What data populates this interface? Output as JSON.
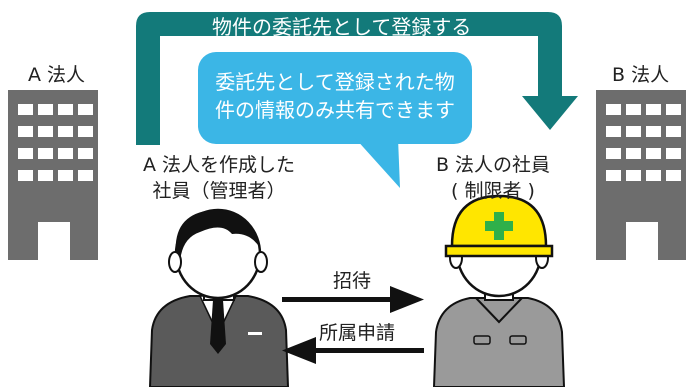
{
  "top_arrow_label": "物件の委託先として登録する",
  "speech_bubble": {
    "line1": "委託先として登録された物",
    "line2": "件の情報のみ共有できます"
  },
  "company_a": {
    "label": "A 法人"
  },
  "company_b": {
    "label": "B 法人"
  },
  "person_a": {
    "line1": "A 法人を作成した",
    "line2": "社員（管理者）"
  },
  "person_b": {
    "line1": "B 法人の社員",
    "line2": "( 制限者 )"
  },
  "arrow_invite_label": "招待",
  "arrow_request_label": "所属申請",
  "colors": {
    "teal": "#137a7a",
    "bubble": "#3bb6e6",
    "building": "#6d6d6d",
    "helmet": "#ffe600",
    "cross": "#2fb04a",
    "suit": "#5a5a5a"
  }
}
